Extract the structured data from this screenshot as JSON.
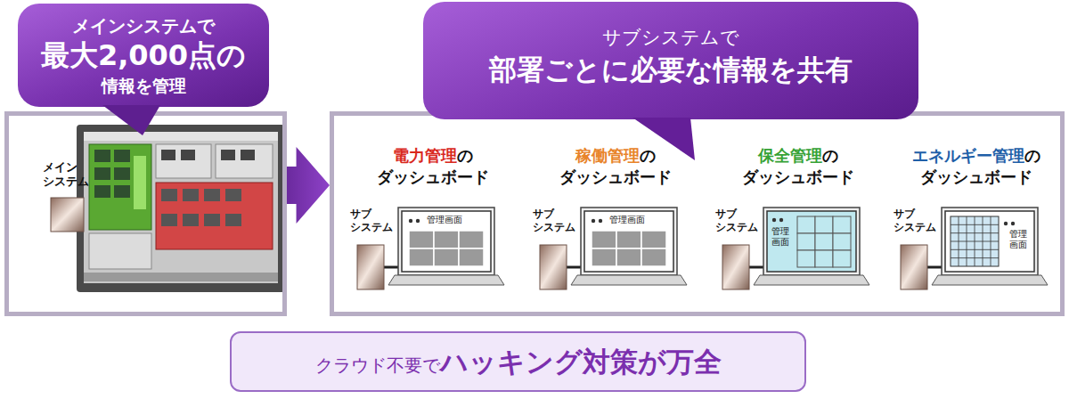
{
  "diagram": {
    "nodes": [
      {
        "text": [
          "メインシステムで",
          "最大2,000点の",
          "情報を管理"
        ]
      },
      {
        "text": [
          "メイン システム"
        ]
      },
      {
        "text": [
          "サブシステムで",
          "部署ごとに必要な情報を共有"
        ]
      },
      {
        "text": []
      },
      {
        "text": [
          "電力管理",
          "の",
          "ダッシュボード",
          "サブ システム"
        ],
        "in": 3
      },
      {
        "text": [
          "管理画面"
        ],
        "in": 4
      },
      {
        "text": [
          "稼働管理",
          "の",
          "ダッシュボード",
          "サブ システム"
        ],
        "in": 3
      },
      {
        "text": [
          "管理画面"
        ],
        "in": 6
      },
      {
        "text": [
          "保全管理",
          "の",
          "ダッシュボード",
          "サブ システム"
        ],
        "in": 3
      },
      {
        "text": [
          "管理画面"
        ],
        "in": 8
      },
      {
        "text": [
          "エネルギー管理",
          "の",
          "ダッシュボード",
          "サブ システム"
        ],
        "in": 3
      },
      {
        "text": [
          "管理画面"
        ],
        "in": 10
      },
      {
        "text": [
          "クラウド不要で",
          "ハッキング対策が万全"
        ]
      }
    ],
    "edges": [
      {
        "from": 1,
        "to": 3,
        "arrow": "to"
      }
    ]
  }
}
